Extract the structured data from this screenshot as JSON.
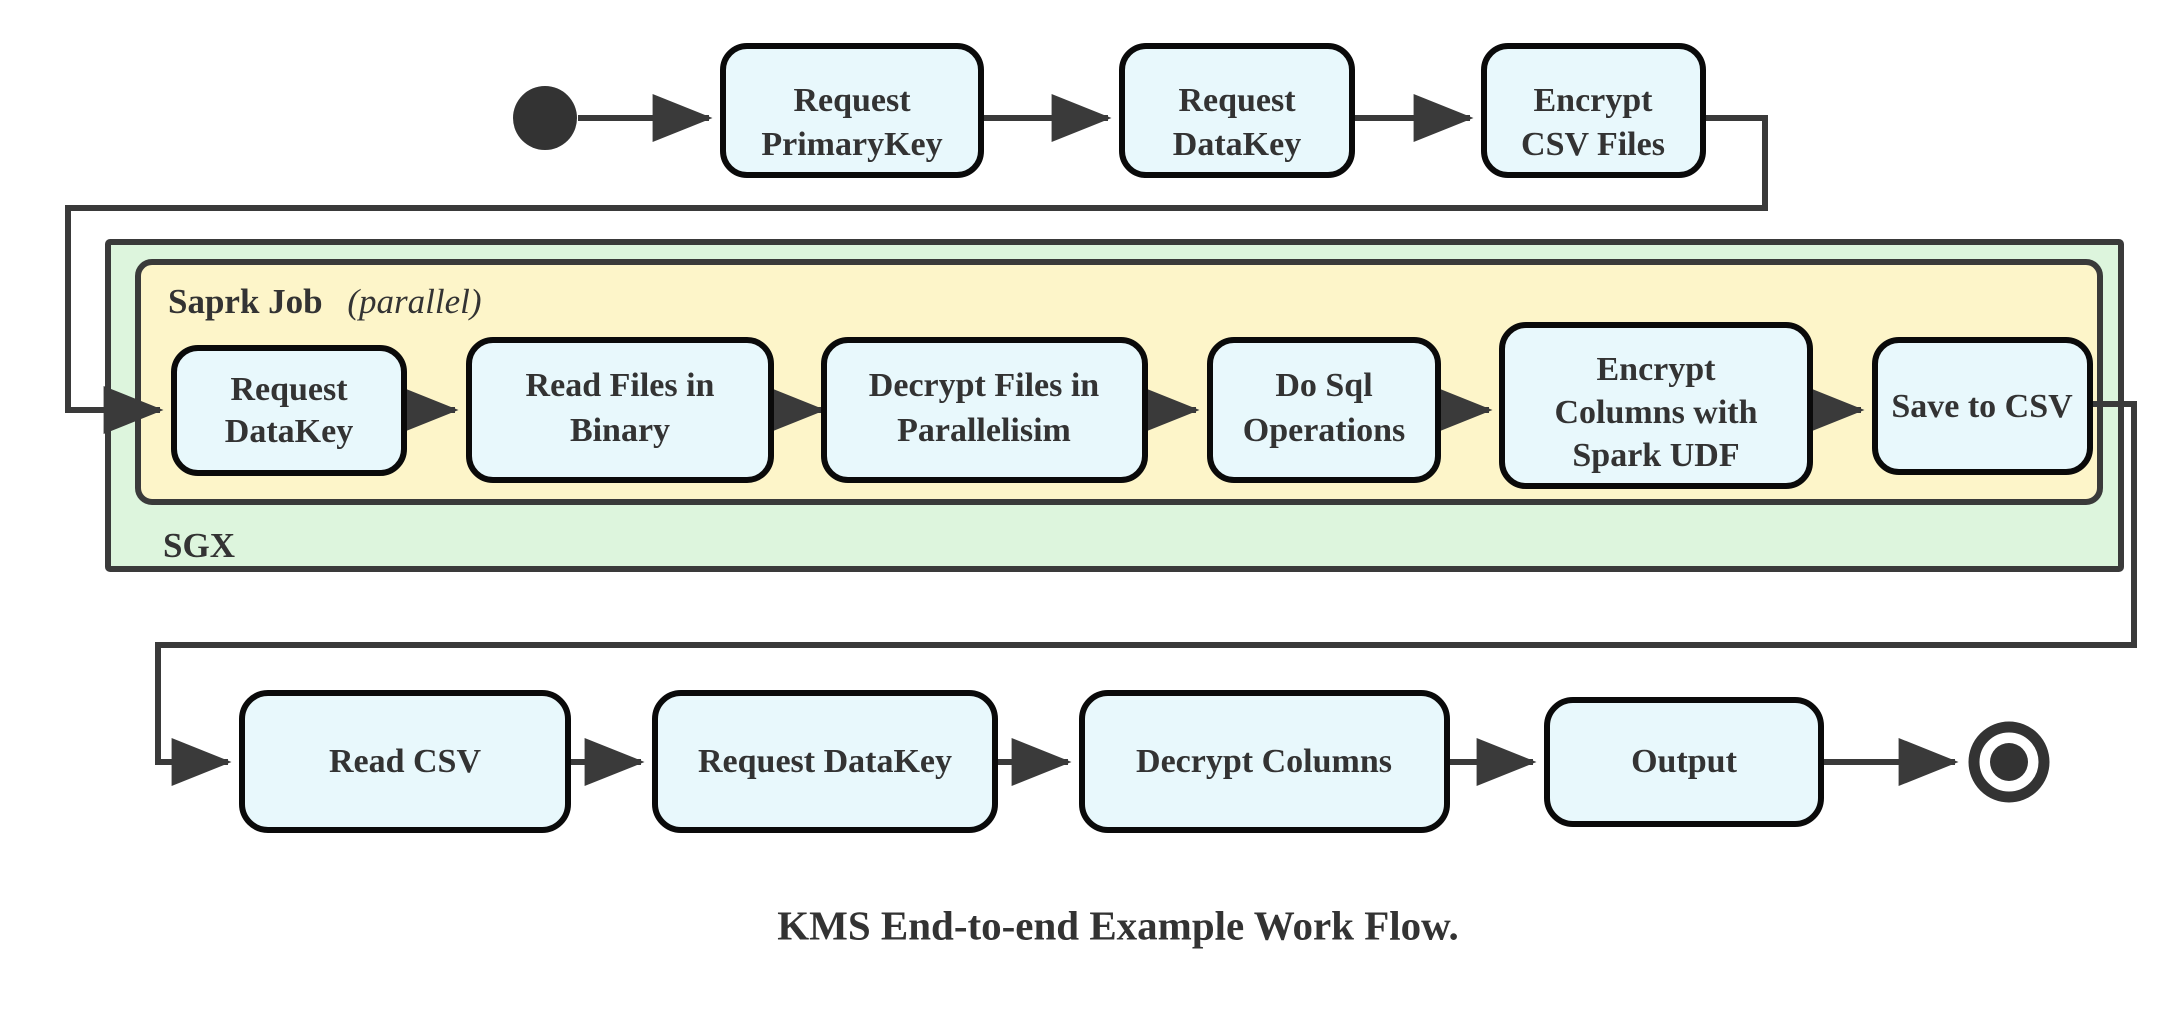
{
  "diagram": {
    "caption": "KMS End-to-end Example Work Flow.",
    "colors": {
      "node_fill": "#e8f8fc",
      "node_stroke": "#0a0a0a",
      "sgx_fill": "#ddf5dd",
      "spark_fill": "#fdf5c9",
      "edge": "#3a3a3a",
      "text": "#333333",
      "background": "#ffffff"
    },
    "start_marker": "filled-circle",
    "end_marker": "double-circle",
    "groups": {
      "outer": {
        "label": "SGX"
      },
      "inner": {
        "label": "Saprk Job",
        "qualifier": "(parallel)"
      }
    },
    "rows": {
      "top": {
        "nodes": [
          {
            "id": "request-primarykey",
            "line1": "Request",
            "line2": "PrimaryKey"
          },
          {
            "id": "request-datakey-top",
            "line1": "Request",
            "line2": "DataKey"
          },
          {
            "id": "encrypt-csv-files",
            "line1": "Encrypt",
            "line2": "CSV Files"
          }
        ]
      },
      "spark": {
        "nodes": [
          {
            "id": "request-datakey-spark",
            "line1": "Request",
            "line2": "DataKey"
          },
          {
            "id": "read-files-in-binary",
            "line1": "Read Files in",
            "line2": "Binary"
          },
          {
            "id": "decrypt-files-in-parallelisim",
            "line1": "Decrypt Files in",
            "line2": "Parallelisim"
          },
          {
            "id": "do-sql-operations",
            "line1": "Do Sql",
            "line2": "Operations"
          },
          {
            "id": "encrypt-columns-with-spark-udf",
            "line1": "Encrypt",
            "line2": "Columns with",
            "line3": "Spark UDF"
          },
          {
            "id": "save-to-csv",
            "line1": "Save to CSV"
          }
        ]
      },
      "bottom": {
        "nodes": [
          {
            "id": "read-csv",
            "line1": "Read CSV"
          },
          {
            "id": "request-datakey-bottom",
            "line1": "Request DataKey"
          },
          {
            "id": "decrypt-columns",
            "line1": "Decrypt Columns"
          },
          {
            "id": "output",
            "line1": "Output"
          }
        ]
      }
    }
  }
}
